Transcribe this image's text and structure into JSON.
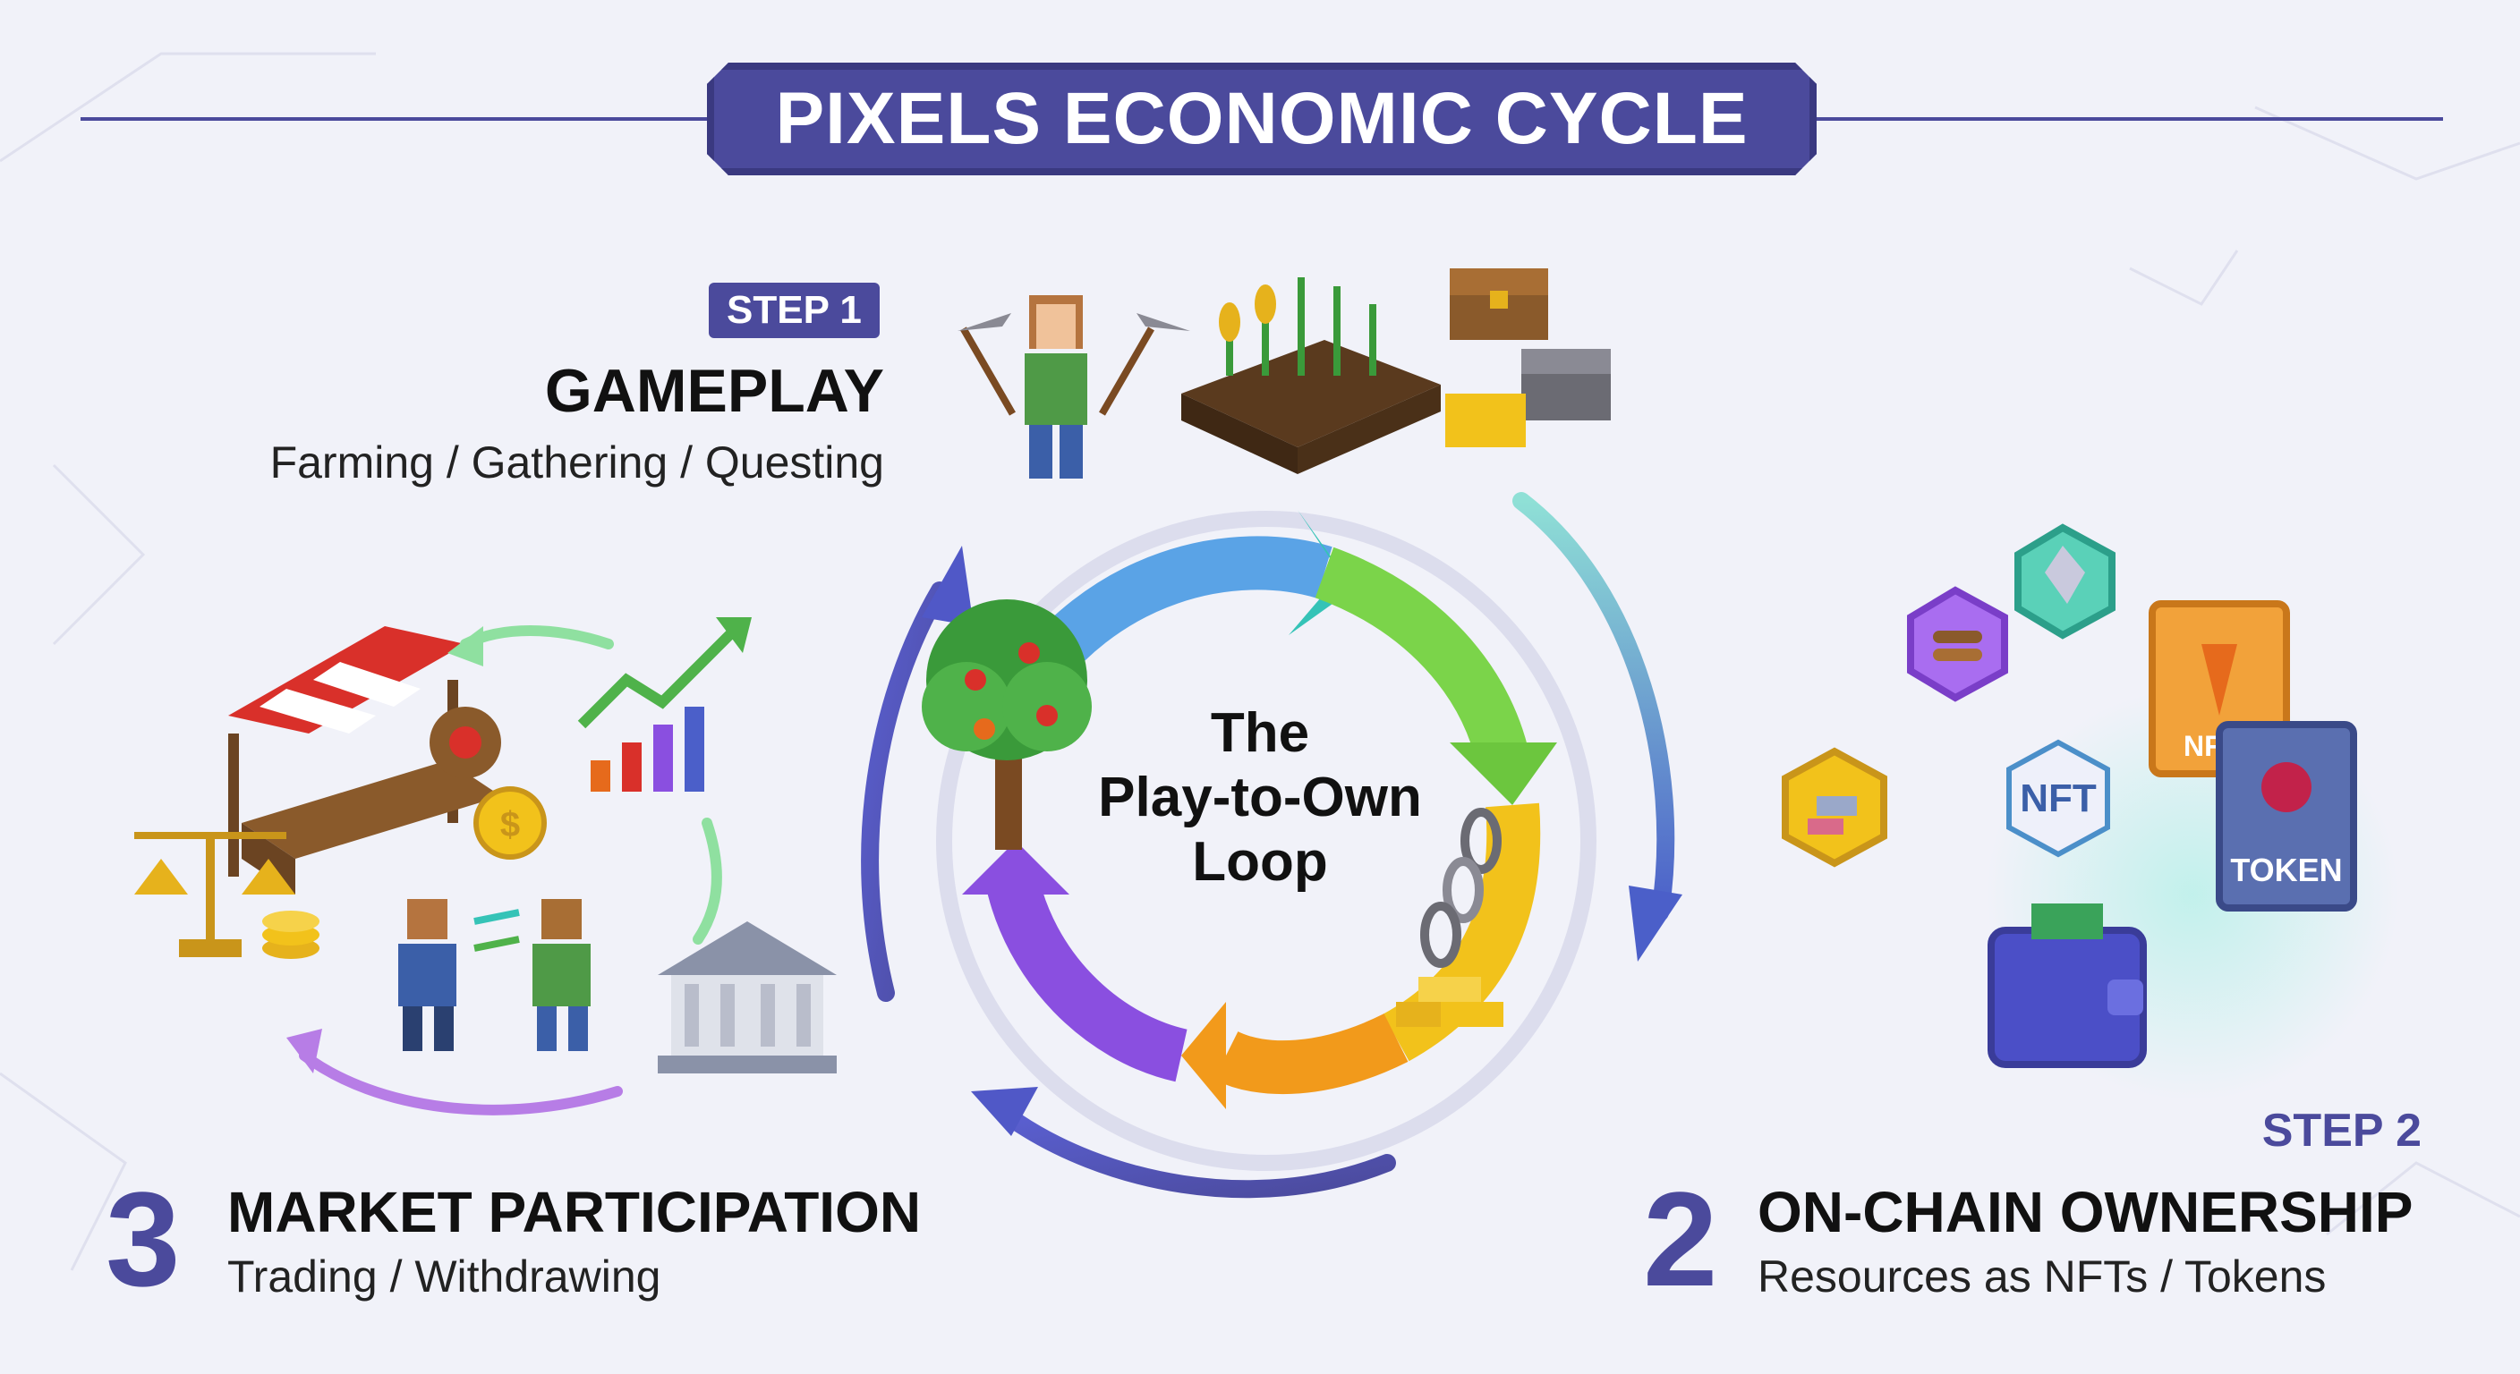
{
  "title": "PIXELS ECONOMIC CYCLE",
  "center": {
    "line1": "The",
    "line2": "Play-to-Own",
    "line3": "Loop"
  },
  "step1": {
    "badge": "STEP 1",
    "title": "GAMEPLAY",
    "subtitle": "Farming / Gathering / Questing"
  },
  "step2": {
    "label": "STEP 2",
    "number": "2",
    "title": "ON-CHAIN OWNERSHIP",
    "subtitle": "Resources as NFTs / Tokens",
    "nft_badge": "NFT",
    "card_nft": "NF",
    "card_token": "TOKEN"
  },
  "step3": {
    "number": "3",
    "title": "MARKET PARTICIPATION",
    "subtitle": "Trading / Withdrawing"
  },
  "colors": {
    "brand": "#4b4a9c",
    "background": "#f1f2f9",
    "cycle_blue": "#5c63d6",
    "cycle_teal": "#35c3b7",
    "cycle_green": "#7bd44a",
    "cycle_yellow": "#f2c21b",
    "cycle_orange": "#f29a1b",
    "cycle_purple": "#8a4fe0"
  }
}
